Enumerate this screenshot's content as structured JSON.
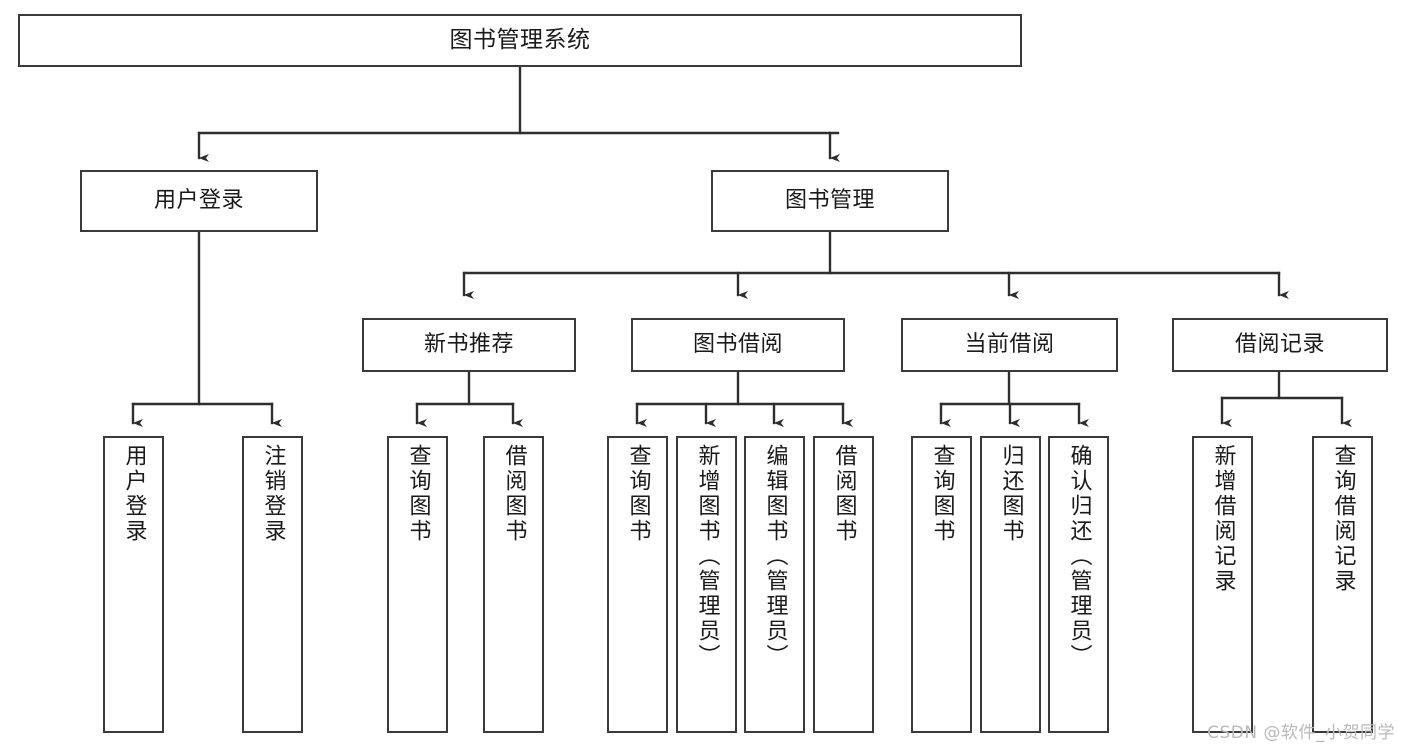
{
  "diagram": {
    "title": "图书管理系统",
    "type": "hierarchy-tree",
    "stroke_color": "#3a3a3a",
    "text_color": "#1a1a1a",
    "background_color": "#ffffff",
    "levels": 4,
    "root": {
      "label": "图书管理系统"
    },
    "level2": [
      {
        "label": "用户登录"
      },
      {
        "label": "图书管理"
      }
    ],
    "level3": [
      {
        "label": "新书推荐"
      },
      {
        "label": "图书借阅"
      },
      {
        "label": "当前借阅"
      },
      {
        "label": "借阅记录"
      }
    ],
    "leaves": {
      "user_login": [
        {
          "label": "用户登录"
        },
        {
          "label": "注销登录"
        }
      ],
      "new_book_recommend": [
        {
          "label": "查询图书"
        },
        {
          "label": "借阅图书"
        }
      ],
      "book_borrow": [
        {
          "label": "查询图书"
        },
        {
          "label": "新增图书（管理员）"
        },
        {
          "label": "编辑图书（管理员）"
        },
        {
          "label": "借阅图书"
        }
      ],
      "current_borrow": [
        {
          "label": "查询图书"
        },
        {
          "label": "归还图书"
        },
        {
          "label": "确认归还（管理员）"
        }
      ],
      "borrow_record": [
        {
          "label": "新增借阅记录"
        },
        {
          "label": "查询借阅记录"
        }
      ]
    }
  },
  "watermark": {
    "text": "CSDN @软件_小贺同学"
  }
}
